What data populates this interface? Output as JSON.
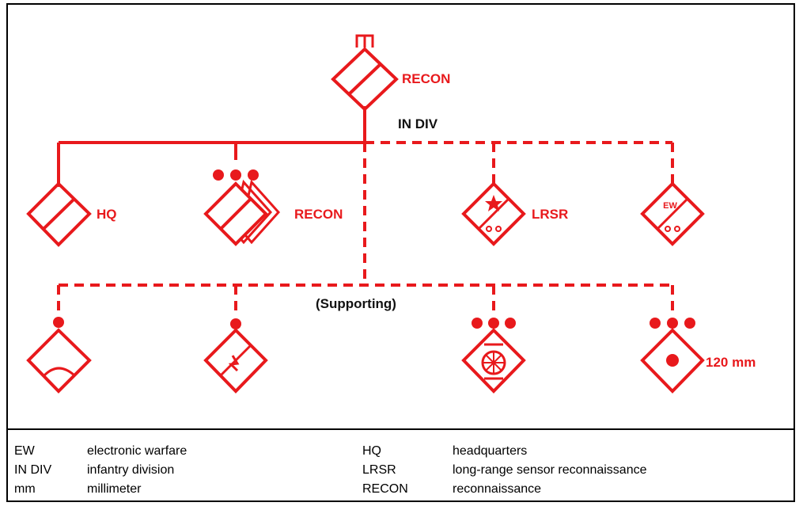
{
  "colors": {
    "symbol": "#e8191c",
    "text": "#000000",
    "border": "#000000"
  },
  "labels": {
    "top_recon": "RECON",
    "in_div": "IN DIV",
    "hq": "HQ",
    "recon": "RECON",
    "lrsr": "LRSR",
    "ew_symbol": "EW",
    "supporting": "(Supporting)",
    "mortar_120": "120 mm"
  },
  "legend": [
    {
      "abbr": "EW",
      "meaning": "electronic warfare"
    },
    {
      "abbr": "IN DIV",
      "meaning": "infantry division"
    },
    {
      "abbr": "mm",
      "meaning": "millimeter"
    },
    {
      "abbr": "HQ",
      "meaning": "headquarters"
    },
    {
      "abbr": "LRSR",
      "meaning": "long-range sensor reconnaissance"
    },
    {
      "abbr": "RECON",
      "meaning": "reconnaissance"
    }
  ]
}
